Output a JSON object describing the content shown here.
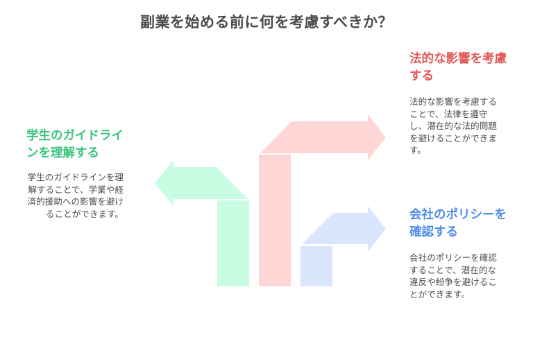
{
  "title": "副業を始める前に何を考慮すべきか？",
  "colors": {
    "legal": "#e35757",
    "policy": "#4f8de8",
    "student": "#3ac47d",
    "legal_arrow": "#ffd6d6",
    "policy_arrow": "#dae6fd",
    "student_arrow": "#c8fde3",
    "title_text": "#4a4a4a",
    "body_text": "#4d4d4d"
  },
  "items": [
    {
      "id": "legal",
      "heading": "法的な影響を考慮する",
      "body": "法的な影響を考慮することで、法律を遵守し、潜在的な法的問題を避けることができます。",
      "arrow_direction": "right",
      "arrow_icon": "bent-arrow-right-icon"
    },
    {
      "id": "policy",
      "heading": "会社のポリシーを確認する",
      "body": "会社のポリシーを確認することで、潜在的な違反や紛争を避けることができます。",
      "arrow_direction": "right",
      "arrow_icon": "bent-arrow-right-icon"
    },
    {
      "id": "student",
      "heading": "学生のガイドラインを理解する",
      "body": "学生のガイドラインを理解することで、学業や経済的援助への影響を避けることができます。",
      "arrow_direction": "left",
      "arrow_icon": "bent-arrow-left-icon"
    }
  ]
}
